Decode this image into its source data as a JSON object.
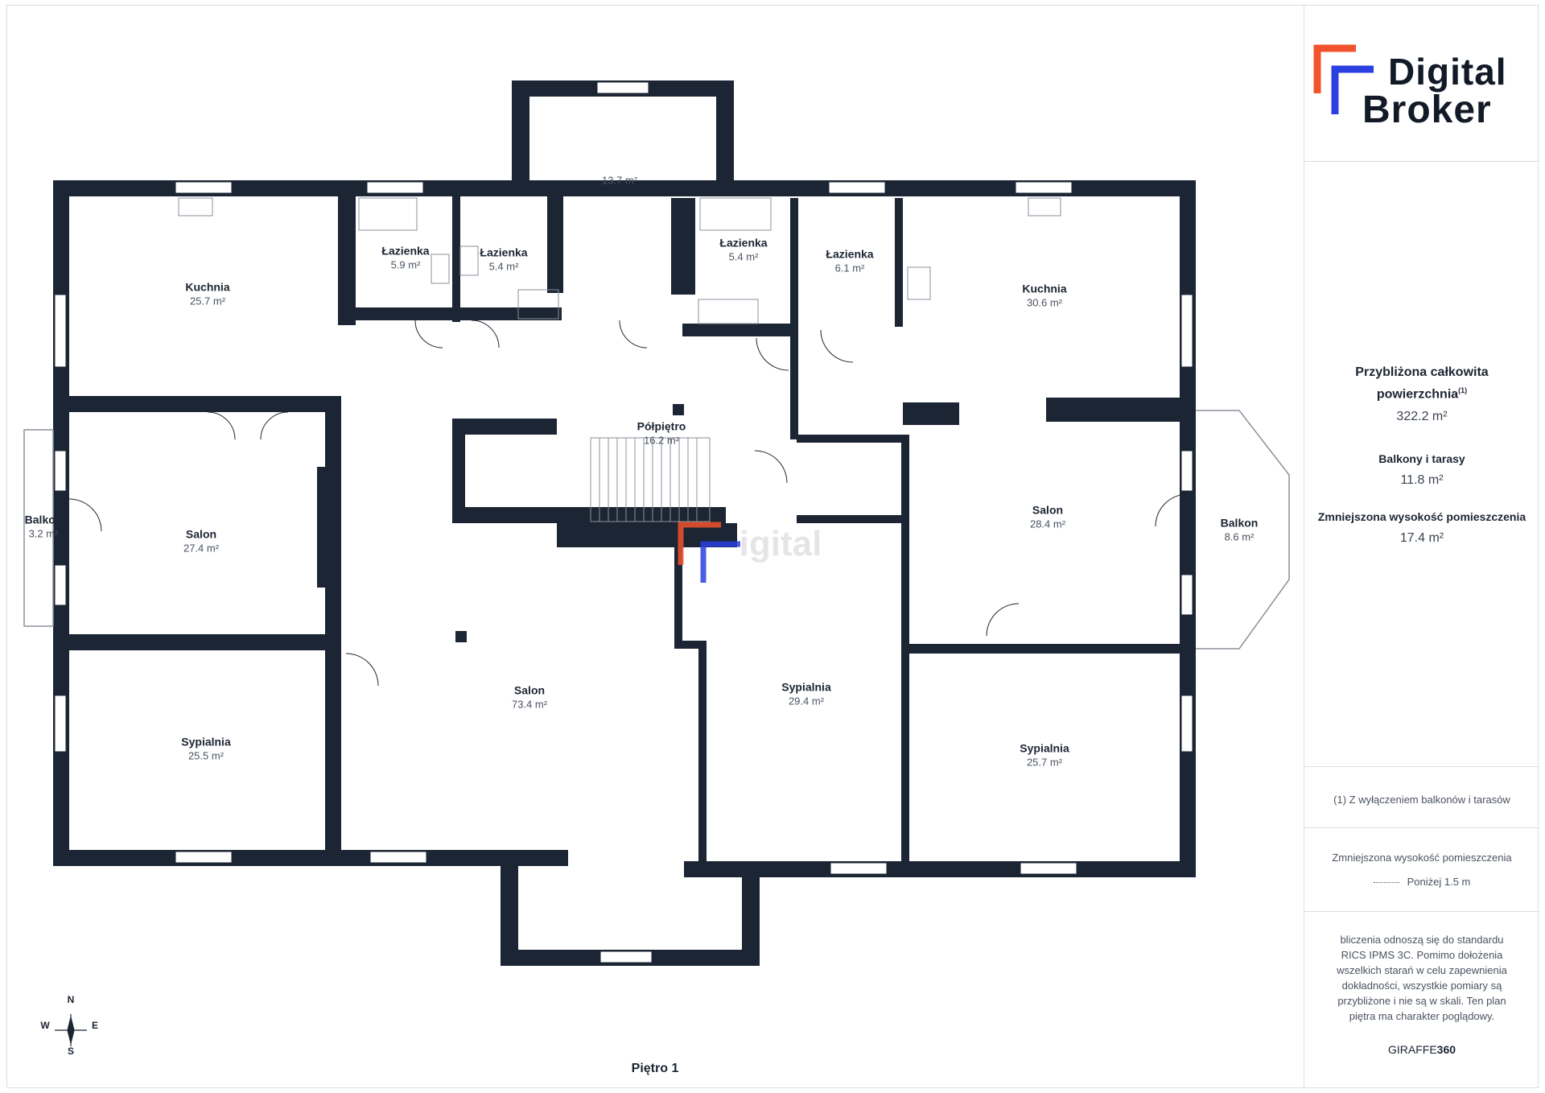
{
  "colors": {
    "wall": "#1c2533",
    "accent_orange": "#f0532d",
    "accent_blue": "#2c3fe0"
  },
  "floor_title": "Piętro 1",
  "compass": {
    "n": "N",
    "e": "E",
    "s": "S",
    "w": "W"
  },
  "watermark_text": "igital",
  "rooms": {
    "kuchnia_left": {
      "name": "Kuchnia",
      "area": "25.7 m²"
    },
    "lazienka_1": {
      "name": "Łazienka",
      "area": "5.9 m²"
    },
    "lazienka_2": {
      "name": "Łazienka",
      "area": "5.4 m²"
    },
    "top_room": {
      "name": "",
      "area": "13.7 m²"
    },
    "lazienka_3": {
      "name": "Łazienka",
      "area": "5.4 m²"
    },
    "lazienka_4": {
      "name": "Łazienka",
      "area": "6.1 m²"
    },
    "kuchnia_right": {
      "name": "Kuchnia",
      "area": "30.6 m²"
    },
    "polpietro": {
      "name": "Półpiętro",
      "area": "16.2 m²"
    },
    "balkon_left": {
      "name": "Balkon",
      "area": "3.2 m²"
    },
    "salon_left": {
      "name": "Salon",
      "area": "27.4 m²"
    },
    "salon_center": {
      "name": "Salon",
      "area": "73.4 m²"
    },
    "salon_right": {
      "name": "Salon",
      "area": "28.4 m²"
    },
    "balkon_right": {
      "name": "Balkon",
      "area": "8.6 m²"
    },
    "sypialnia_left": {
      "name": "Sypialnia",
      "area": "25.5 m²"
    },
    "sypialnia_center": {
      "name": "Sypialnia",
      "area": "29.4 m²"
    },
    "sypialnia_right": {
      "name": "Sypialnia",
      "area": "25.7 m²"
    }
  },
  "sidebar": {
    "logo_line1": "Digital",
    "logo_line2": "Broker",
    "total_label": "Przybliżona całkowita powierzchnia",
    "total_sup": "(1)",
    "total_value": "322.2 m²",
    "balconies_label": "Balkony i tarasy",
    "balconies_value": "11.8 m²",
    "reduced_label": "Zmniejszona wysokość pomieszczenia",
    "reduced_value": "17.4 m²",
    "footnote": "(1) Z wyłączeniem balkonów i tarasów",
    "legend_title": "Zmniejszona wysokość pomieszczenia",
    "legend_item": "Poniżej 1.5 m",
    "disclaimer": "bliczenia odnoszą się do standardu RICS IPMS 3C. Pomimo dołożenia wszelkich starań w celu zapewnienia dokładności, wszystkie pomiary są przybliżone i nie są w skali. Ten plan piętra ma charakter poglądowy.",
    "brand_plain": "GIRAFFE",
    "brand_bold": "360"
  }
}
